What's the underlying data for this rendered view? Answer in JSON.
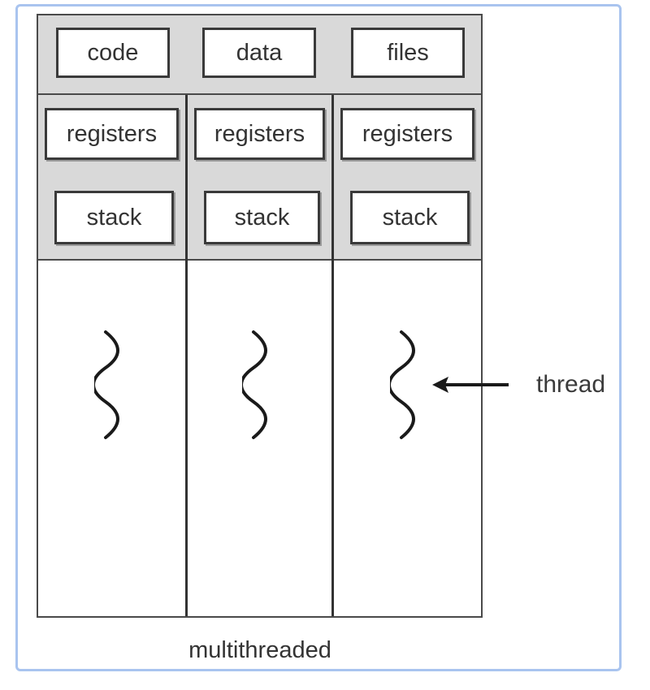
{
  "shared": {
    "items": [
      "code",
      "data",
      "files"
    ]
  },
  "threads": [
    {
      "registers_label": "registers",
      "stack_label": "stack"
    },
    {
      "registers_label": "registers",
      "stack_label": "stack"
    },
    {
      "registers_label": "registers",
      "stack_label": "stack"
    }
  ],
  "annotation": {
    "label": "thread"
  },
  "caption": "multithreaded",
  "colors": {
    "frame_border": "#a9c4ef",
    "region_fill": "#d9d9d9",
    "line": "#333333"
  }
}
